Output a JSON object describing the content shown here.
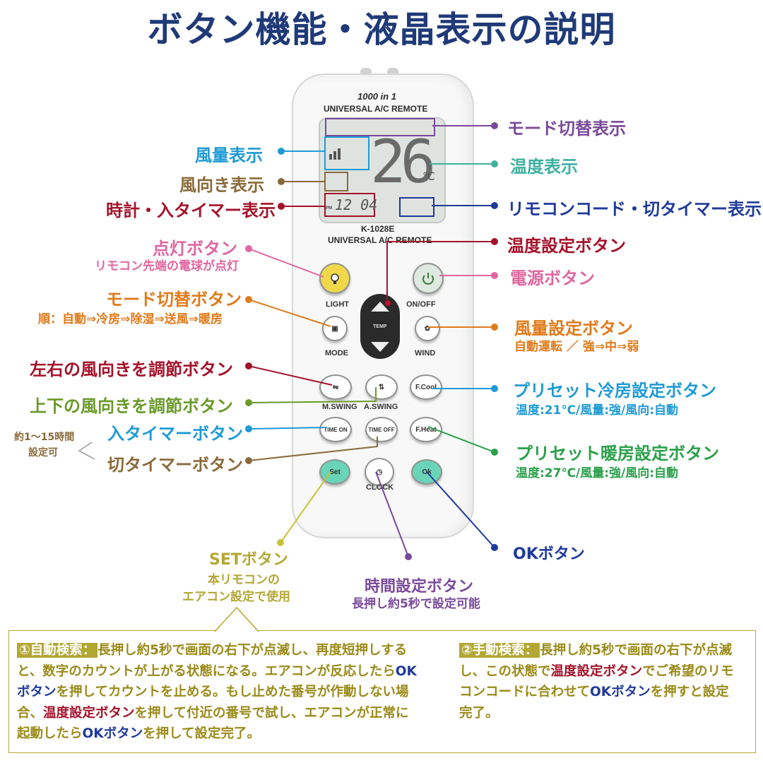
{
  "title": "ボタン機能・液晶表示の説明",
  "remote": {
    "top_text1": "1000 in 1",
    "top_text2": "UNIVERSAL A/C REMOTE",
    "model": "K-1028E",
    "bottom_text": "UNIVERSAL A/C REMOTE",
    "lcd_temp": "26",
    "lcd_temp_unit": "℃",
    "lcd_clock": "12 04",
    "lcd_pm": "PM",
    "buttons": {
      "light": "LIGHT",
      "onoff": "ON/OFF",
      "temp": "TEMP",
      "mode": "MODE",
      "wind": "WIND",
      "fcool": "F.Cool",
      "mswing": "M.SWING",
      "aswing": "A.SWING",
      "timeon": "TIME ON",
      "timeoff": "TIME OFF",
      "fheat": "F.Heat",
      "set": "Set",
      "ok": "Ok",
      "clock": "CLOCK"
    }
  },
  "labels": {
    "mode_display": "モード切替表示",
    "fan_display": "風量表示",
    "temp_display": "温度表示",
    "direction_display": "風向き表示",
    "clock_timer_display": "時計・入タイマー表示",
    "code_timer_display": "リモコンコード・切タイマー表示",
    "light_button": "点灯ボタン",
    "light_sub": "リモコン先端の電球が点灯",
    "temp_button": "温度設定ボタン",
    "power_button": "電源ボタン",
    "mode_button": "モード切替ボタン",
    "mode_sub": "順：自動⇒冷房⇒除湿⇒送風⇒暖房",
    "fan_button": "風量設定ボタン",
    "fan_sub": "自動運転 ／ 強⇒中⇒弱",
    "lr_button": "左右の風向きを調節ボタン",
    "ud_button": "上下の風向きを調節ボタン",
    "precool_button": "プリセット冷房設定ボタン",
    "precool_sub": "温度:21℃/風量:強/風向:自動",
    "timer_note1": "約1～15時間",
    "timer_note2": "設定可",
    "on_timer_button": "入タイマーボタン",
    "off_timer_button": "切タイマーボタン",
    "preheat_button": "プリセット暖房設定ボタン",
    "preheat_sub": "温度:27℃/風量:強/風向:自動",
    "ok_button": "OKボタン",
    "set_button": "SETボタン",
    "set_sub1": "本リモコンの",
    "set_sub2": "エアコン設定で使用",
    "time_button": "時間設定ボタン",
    "time_sub": "長押し約5秒で設定可能"
  },
  "auto_search": {
    "header": "①自動検索：",
    "t1": "長押し約5秒で画面の右下が点滅し、再度短押しすると、数字のカウントが上がる状態になる。エアコンが反応したら",
    "ok1": "OKボタン",
    "t2": "を押してカウントを止める。もし止めた番号が作動しない場合、",
    "temp": "温度設定ボタン",
    "t3": "を押して付近の番号で試し、エアコンが正常に起動したら",
    "ok2": "OKボタン",
    "t4": "を押して設定完了。"
  },
  "manual_search": {
    "header": "②手動検索：",
    "t1": "長押し約5秒で画面の右下が点滅し、この状態で",
    "temp": "温度設定ボタン",
    "t2": "でご希望のリモコンコードに合わせて",
    "ok": "OKボタン",
    "t3": "を押すと設定完了。"
  },
  "colors": {
    "title": "#1f3a78",
    "purple": "#7a4a9a",
    "cyan": "#1f9ad6",
    "teal": "#3fb0a0",
    "brown": "#8a6a3a",
    "darkred": "#a4122a",
    "navy": "#1f3a9a",
    "pink": "#e066a0",
    "orange": "#e07a1a",
    "green": "#6a9a2a",
    "bright_green": "#2aa04a",
    "olive": "#b3a733"
  }
}
